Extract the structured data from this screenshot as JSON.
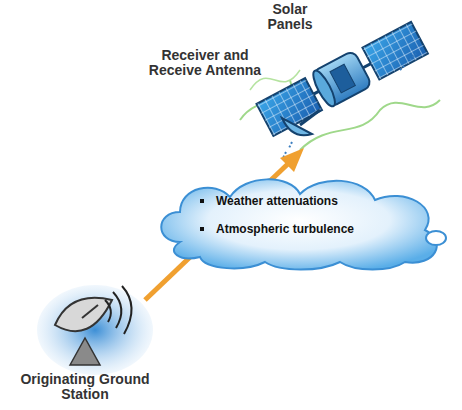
{
  "diagram": {
    "nodes": [
      {
        "text": [
          "Weather attenuations",
          "Atmospheric turbulence"
        ]
      }
    ],
    "labels": [
      "Solar Panels",
      "Receiver and Receive Antenna",
      "Originating Ground Station"
    ]
  }
}
